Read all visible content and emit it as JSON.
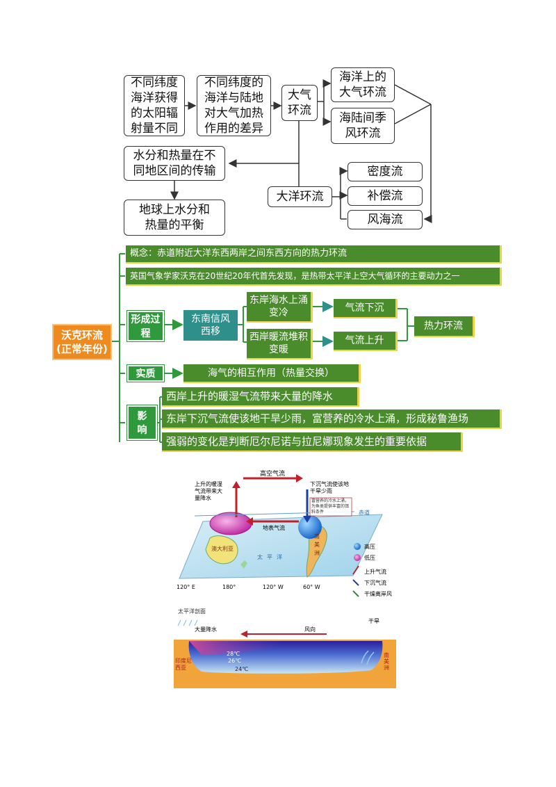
{
  "flowchart": {
    "box_solar": "不同纬度海洋获得的太阳辐射量不同",
    "box_heating": "不同纬度的海洋与陆地对大气加热作用的差异",
    "box_atmos": "大气环流",
    "box_ocean_atm": "海洋上的大气环流",
    "box_monsoon": "海陆间季风环流",
    "box_transport": "水分和热量在不同地区间的传输",
    "box_balance": "地球上水分和热量的平衡",
    "box_current": "大洋环流",
    "box_density": "密度流",
    "box_compensation": "补偿流",
    "box_wind": "风海流"
  },
  "walker": {
    "main_label": "沃克环流(正常年份)",
    "concept": "概念：赤道附近大洋东西两岸之间东西方向的热力环流",
    "history": "英国气象学家沃克在20世纪20年代首先发现，是热带太平洋上空大气循环的主要动力之一",
    "formation_tag": "形成过程",
    "trade_wind": "东南信风西移",
    "east_upwelling": "东岸海水上涌变冷",
    "west_warm": "西岸暖流堆积变暖",
    "sink": "气流下沉",
    "rise": "气流上升",
    "thermal": "热力环流",
    "essence_tag": "实质",
    "essence": "海气的相互作用（热量交换）",
    "impact_tag": "影响",
    "impact_1": "西岸上升的暖湿气流带来大量的降水",
    "impact_2": "东岸下沉气流使该地干旱少雨，富营养的冷水上涌，形成秘鲁渔场",
    "impact_3": "强弱的变化是判断厄尔尼诺与拉尼娜现象发生的重要依据"
  },
  "map": {
    "upper_air": "高空气流",
    "rising_label": "上升的暖湿气流带来大量降水",
    "sinking_label": "下沉气流使该地干旱少雨",
    "surface_flow": "地表气流",
    "fishing_note": "富营养的冷水上涌，为鱼类提供丰富的饵料条件",
    "equator": "赤道",
    "australia": "澳大利亚",
    "pacific": "太平洋",
    "south_america": "南美洲",
    "lon_120e": "120° E",
    "lon_180": "180°",
    "lon_120w": "120° W",
    "lon_60w": "60° W",
    "legend_high": "高压",
    "legend_low": "低压",
    "legend_rise": "上升气流",
    "legend_sink": "下沉气流",
    "legend_offshore": "干燥离岸风",
    "section_title": "太平洋剖面",
    "heavy_rain": "大量降水",
    "wind_dir": "风向",
    "drought": "干旱",
    "indonesia": "印度尼西亚",
    "south_am_short": "南美洲",
    "t_28": "28℃",
    "t_26": "26℃",
    "t_24": "24℃"
  },
  "colors": {
    "green_bar": "#4a8b2c",
    "teal": "#2f8f8a",
    "tag_green": "#2e9a3c",
    "orange": "#ee8a1e",
    "arrow_red": "#c0202a"
  }
}
